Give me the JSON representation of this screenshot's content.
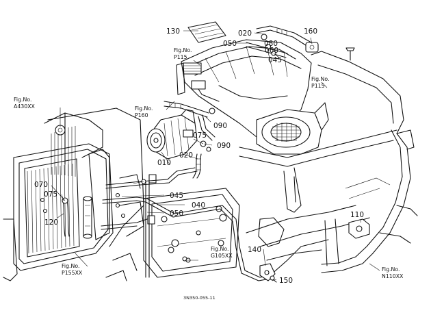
{
  "part_numbers": {
    "p010": "010",
    "p020a": "020",
    "p020b": "020",
    "p040": "040",
    "p045a": "045",
    "p045b": "045",
    "p050a": "050",
    "p050b": "050",
    "p060": "060",
    "p070": "070",
    "p075a": "075",
    "p075b": "075",
    "p080": "080",
    "p090a": "090",
    "p090b": "090",
    "p110": "110",
    "p120": "120",
    "p130": "130",
    "p140": "140",
    "p150": "150",
    "p160": "160"
  },
  "fig_refs": {
    "p115a": {
      "line1": "Fig.No.",
      "line2": "P115"
    },
    "p115b": {
      "line1": "Fig.No.",
      "line2": "P115"
    },
    "a430": {
      "line1": "Fig.No.",
      "line2": "A430XX"
    },
    "p160": {
      "line1": "Fig.No.",
      "line2": "P160"
    },
    "p155": {
      "line1": "Fig.No.",
      "line2": "P155XX"
    },
    "g105": {
      "line1": "Fig.No.",
      "line2": "G105XX"
    },
    "n110": {
      "line1": "Fig.No.",
      "line2": "N110XX"
    }
  },
  "drawing_code": "3N350-055-11"
}
